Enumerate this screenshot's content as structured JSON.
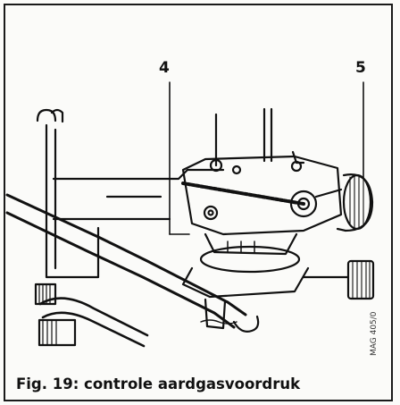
{
  "figure": {
    "callout_4": "4",
    "callout_5": "5",
    "caption": "Fig. 19:  controle aardgasvoordruk",
    "reference_code": "MAG 405/0"
  },
  "colors": {
    "ink": "#111111",
    "paper": "#fbfbf9"
  }
}
